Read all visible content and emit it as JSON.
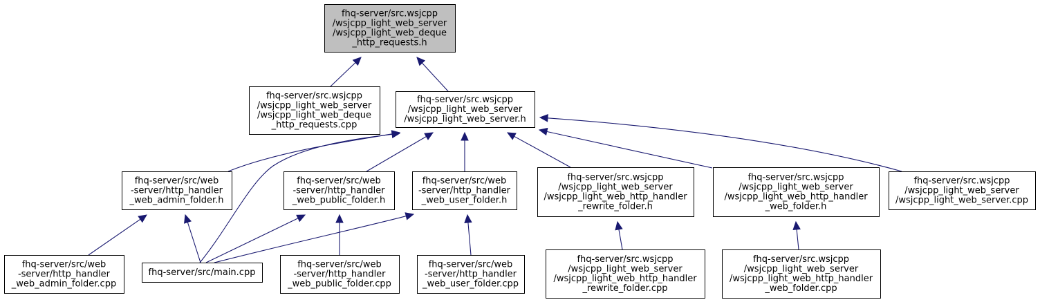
{
  "graph": {
    "colors": {
      "edge": "#191970",
      "root_fill": "#bfbfbf",
      "node_fill": "#ffffff",
      "border": "#000000"
    },
    "nodes": [
      {
        "id": "root",
        "lines": [
          "fhq-server/src.wsjcpp",
          "/wsjcpp_light_web_server",
          "/wsjcpp_light_web_deque",
          "_http_requests.h"
        ]
      },
      {
        "id": "deque_cpp",
        "lines": [
          "fhq-server/src.wsjcpp",
          "/wsjcpp_light_web_server",
          "/wsjcpp_light_web_deque",
          "_http_requests.cpp"
        ]
      },
      {
        "id": "server_h",
        "lines": [
          "fhq-server/src.wsjcpp",
          "/wsjcpp_light_web_server",
          "/wsjcpp_light_web_server.h"
        ]
      },
      {
        "id": "admin_h",
        "lines": [
          "fhq-server/src/web",
          "-server/http_handler",
          "_web_admin_folder.h"
        ]
      },
      {
        "id": "public_h",
        "lines": [
          "fhq-server/src/web",
          "-server/http_handler",
          "_web_public_folder.h"
        ]
      },
      {
        "id": "user_h",
        "lines": [
          "fhq-server/src/web",
          "-server/http_handler",
          "_web_user_folder.h"
        ]
      },
      {
        "id": "rewrite_h",
        "lines": [
          "fhq-server/src.wsjcpp",
          "/wsjcpp_light_web_server",
          "/wsjcpp_light_web_http_handler",
          "_rewrite_folder.h"
        ]
      },
      {
        "id": "webfolder_h",
        "lines": [
          "fhq-server/src.wsjcpp",
          "/wsjcpp_light_web_server",
          "/wsjcpp_light_web_http_handler",
          "_web_folder.h"
        ]
      },
      {
        "id": "server_cpp",
        "lines": [
          "fhq-server/src.wsjcpp",
          "/wsjcpp_light_web_server",
          "/wsjcpp_light_web_server.cpp"
        ]
      },
      {
        "id": "admin_cpp",
        "lines": [
          "fhq-server/src/web",
          "-server/http_handler",
          "_web_admin_folder.cpp"
        ]
      },
      {
        "id": "main_cpp",
        "lines": [
          "fhq-server/src/main.cpp"
        ]
      },
      {
        "id": "public_cpp",
        "lines": [
          "fhq-server/src/web",
          "-server/http_handler",
          "_web_public_folder.cpp"
        ]
      },
      {
        "id": "user_cpp",
        "lines": [
          "fhq-server/src/web",
          "-server/http_handler",
          "_web_user_folder.cpp"
        ]
      },
      {
        "id": "rewrite_cpp",
        "lines": [
          "fhq-server/src.wsjcpp",
          "/wsjcpp_light_web_server",
          "/wsjcpp_light_web_http_handler",
          "_rewrite_folder.cpp"
        ]
      },
      {
        "id": "webfolder_cpp",
        "lines": [
          "fhq-server/src.wsjcpp",
          "/wsjcpp_light_web_server",
          "/wsjcpp_light_web_http_handler",
          "_web_folder.cpp"
        ]
      }
    ],
    "edges": [
      {
        "from": "deque_cpp",
        "to": "root"
      },
      {
        "from": "server_h",
        "to": "root"
      },
      {
        "from": "admin_h",
        "to": "server_h"
      },
      {
        "from": "main_cpp",
        "to": "server_h"
      },
      {
        "from": "public_h",
        "to": "server_h"
      },
      {
        "from": "user_h",
        "to": "server_h"
      },
      {
        "from": "rewrite_h",
        "to": "server_h"
      },
      {
        "from": "webfolder_h",
        "to": "server_h"
      },
      {
        "from": "server_cpp",
        "to": "server_h"
      },
      {
        "from": "admin_cpp",
        "to": "admin_h"
      },
      {
        "from": "main_cpp",
        "to": "admin_h"
      },
      {
        "from": "main_cpp",
        "to": "public_h"
      },
      {
        "from": "public_cpp",
        "to": "public_h"
      },
      {
        "from": "main_cpp",
        "to": "user_h"
      },
      {
        "from": "user_cpp",
        "to": "user_h"
      },
      {
        "from": "rewrite_cpp",
        "to": "rewrite_h"
      },
      {
        "from": "webfolder_cpp",
        "to": "webfolder_h"
      }
    ]
  }
}
